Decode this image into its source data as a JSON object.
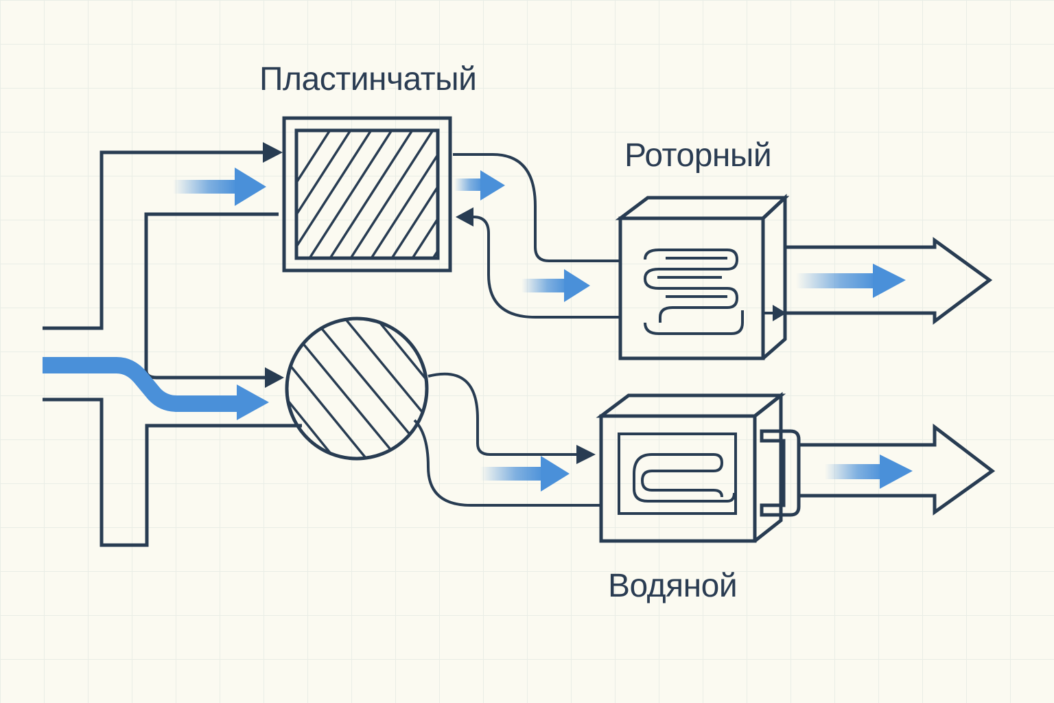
{
  "labels": {
    "plate": "Пластинчатый",
    "rotor": "Роторный",
    "water": "Водяной"
  },
  "colors": {
    "background": "#fbfaf1",
    "grid": "#e9ede6",
    "outline": "#283c52",
    "airflow": "#4a90d9"
  },
  "icons": {
    "plate_exchanger": "hatched-square",
    "rotor_exchanger": "hatched-circle",
    "coil_unit_upper": "box-with-serpentine-coil",
    "coil_unit_lower": "box-with-serpentine-coil"
  }
}
